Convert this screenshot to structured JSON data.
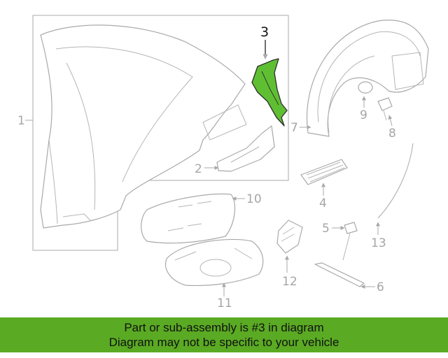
{
  "diagram": {
    "callouts": [
      "1",
      "2",
      "3",
      "4",
      "5",
      "6",
      "7",
      "8",
      "9",
      "10",
      "11",
      "12",
      "13"
    ],
    "highlight_color": "#5fbf33"
  },
  "banner": {
    "line1": "Part or sub-assembly is #3 in diagram",
    "line2": "Diagram may not be specific to your vehicle",
    "color": "#5aaa23"
  }
}
